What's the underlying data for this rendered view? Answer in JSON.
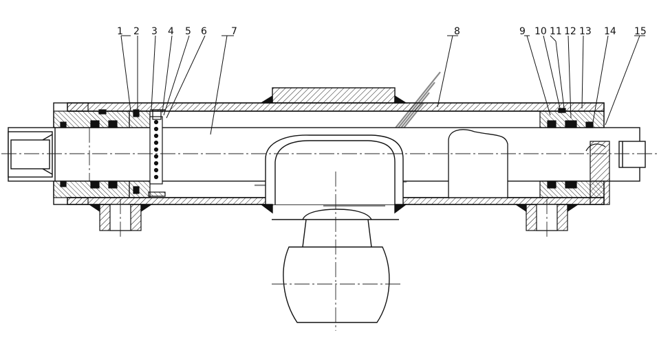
{
  "callouts": [
    {
      "id": "c1",
      "label": "1"
    },
    {
      "id": "c2",
      "label": "2"
    },
    {
      "id": "c3",
      "label": "3"
    },
    {
      "id": "c4",
      "label": "4"
    },
    {
      "id": "c5",
      "label": "5"
    },
    {
      "id": "c6",
      "label": "6"
    },
    {
      "id": "c7",
      "label": "7"
    },
    {
      "id": "c8",
      "label": "8"
    },
    {
      "id": "c9",
      "label": "9"
    },
    {
      "id": "c10",
      "label": "10"
    },
    {
      "id": "c11",
      "label": "11"
    },
    {
      "id": "c12",
      "label": "12"
    },
    {
      "id": "c13",
      "label": "13"
    },
    {
      "id": "c14",
      "label": "14"
    },
    {
      "id": "c15",
      "label": "15"
    }
  ],
  "colors": {
    "line": "#111111",
    "watermark": "#8a8a8a",
    "center_line": "#222222"
  }
}
